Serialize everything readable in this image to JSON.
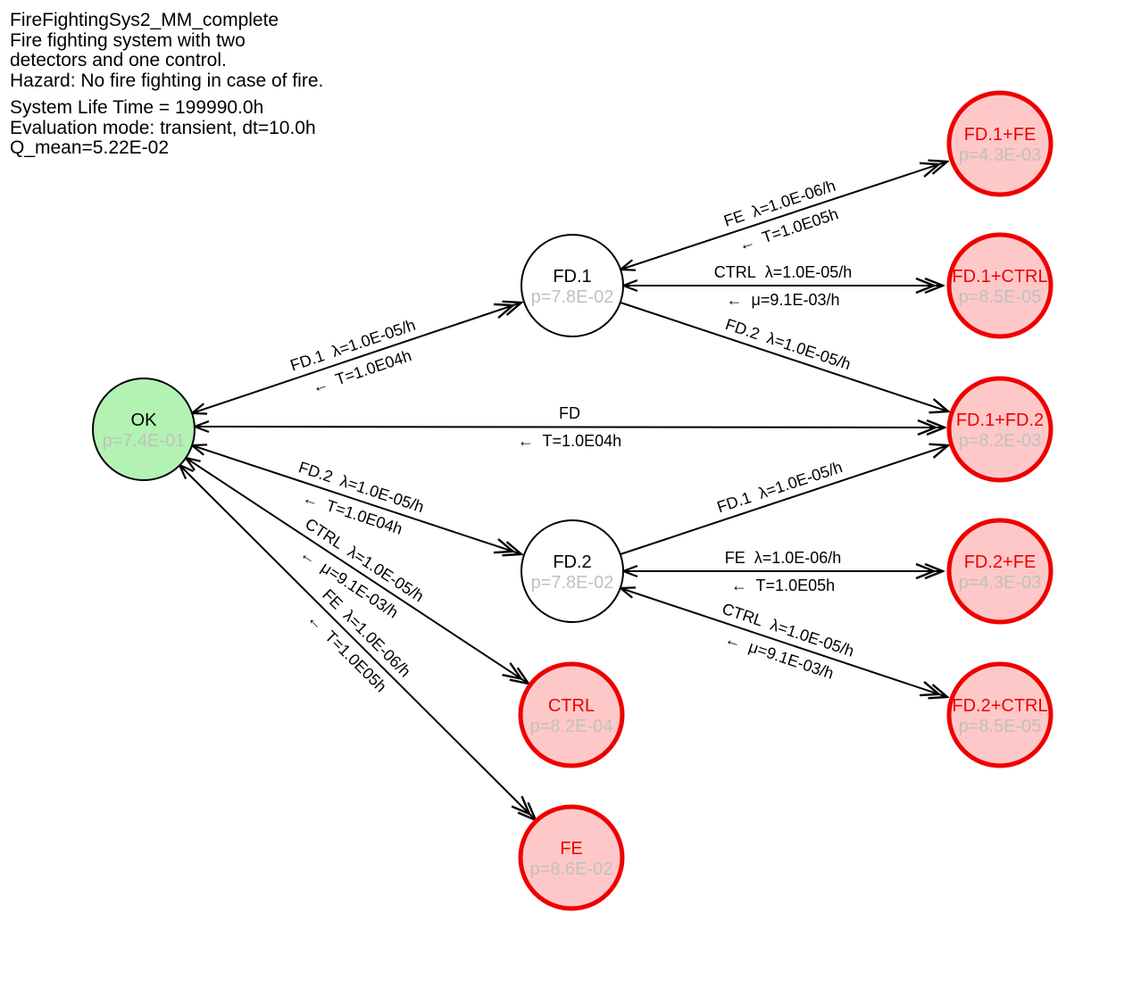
{
  "header": {
    "lines": [
      "FireFightingSys2_MM_complete",
      "Fire fighting system with two",
      "detectors and one control.",
      "Hazard: No fire fighting in case of fire.",
      "System Life Time = 199990.0h",
      "Evaluation mode: transient, dt=10.0h",
      "Q_mean=5.22E-02"
    ]
  },
  "colors": {
    "ok_fill": "#b2f2b2",
    "intermediate_fill": "#ffffff",
    "failed_fill": "#ffc8c8",
    "failed_stroke": "#ee0000",
    "probability_text": "#c0c0c0",
    "edge": "#000000"
  },
  "nodes": [
    {
      "id": "OK",
      "label": "OK",
      "p": "p=7.4E-01",
      "type": "ok"
    },
    {
      "id": "FD.1",
      "label": "FD.1",
      "p": "p=7.8E-02",
      "type": "intermediate"
    },
    {
      "id": "FD.2",
      "label": "FD.2",
      "p": "p=7.8E-02",
      "type": "intermediate"
    },
    {
      "id": "CTRL",
      "label": "CTRL",
      "p": "p=8.2E-04",
      "type": "failed"
    },
    {
      "id": "FE",
      "label": "FE",
      "p": "p=8.6E-02",
      "type": "failed"
    },
    {
      "id": "FD.1+FE",
      "label": "FD.1+FE",
      "p": "p=4.3E-03",
      "type": "failed"
    },
    {
      "id": "FD.1+CTRL",
      "label": "FD.1+CTRL",
      "p": "p=8.5E-05",
      "type": "failed"
    },
    {
      "id": "FD.1+FD.2",
      "label": "FD.1+FD.2",
      "p": "p=8.2E-03",
      "type": "failed"
    },
    {
      "id": "FD.2+FE",
      "label": "FD.2+FE",
      "p": "p=4.3E-03",
      "type": "failed"
    },
    {
      "id": "FD.2+CTRL",
      "label": "FD.2+CTRL",
      "p": "p=8.5E-05",
      "type": "failed"
    }
  ],
  "edges": [
    {
      "from": "OK",
      "to": "FD.1",
      "label1": "FD.1  λ=1.0E-05/h",
      "label2": "←  T=1.0E04h"
    },
    {
      "from": "OK",
      "to": "FD.1+FD.2",
      "label1": "FD",
      "label2": "←  T=1.0E04h"
    },
    {
      "from": "OK",
      "to": "FD.2",
      "label1": "FD.2  λ=1.0E-05/h",
      "label2": "←  T=1.0E04h"
    },
    {
      "from": "OK",
      "to": "CTRL",
      "label1": "CTRL  λ=1.0E-05/h",
      "label2": "←  μ=9.1E-03/h"
    },
    {
      "from": "OK",
      "to": "FE",
      "label1": "FE  λ=1.0E-06/h",
      "label2": "←  T=1.0E05h"
    },
    {
      "from": "FD.1",
      "to": "FD.1+FE",
      "label1": "FE  λ=1.0E-06/h",
      "label2": "←  T=1.0E05h"
    },
    {
      "from": "FD.1",
      "to": "FD.1+CTRL",
      "label1": "CTRL  λ=1.0E-05/h",
      "label2": "←  μ=9.1E-03/h"
    },
    {
      "from": "FD.1",
      "to": "FD.1+FD.2",
      "label1": "FD.2  λ=1.0E-05/h",
      "label2": ""
    },
    {
      "from": "FD.2",
      "to": "FD.1+FD.2",
      "label1": "FD.1  λ=1.0E-05/h",
      "label2": ""
    },
    {
      "from": "FD.2",
      "to": "FD.2+FE",
      "label1": "FE  λ=1.0E-06/h",
      "label2": "←  T=1.0E05h"
    },
    {
      "from": "FD.2",
      "to": "FD.2+CTRL",
      "label1": "CTRL  λ=1.0E-05/h",
      "label2": "←  μ=9.1E-03/h"
    }
  ]
}
